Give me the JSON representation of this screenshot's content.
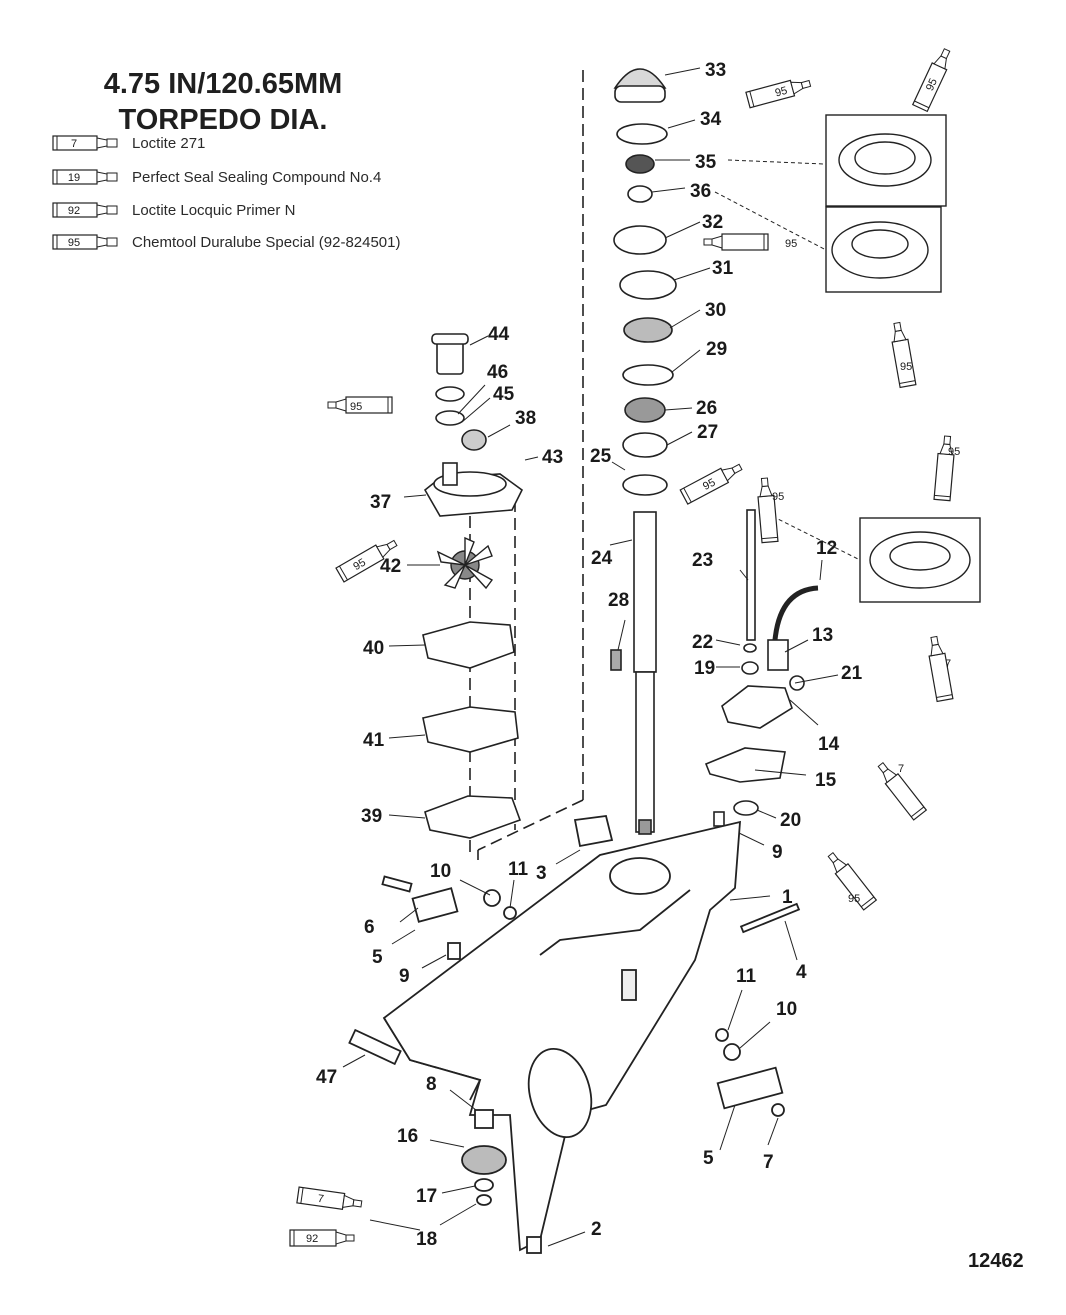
{
  "title": {
    "line1": "4.75 IN/120.65MM",
    "line2": "TORPEDO DIA."
  },
  "legend": [
    {
      "code": "7",
      "label": "Loctite 271"
    },
    {
      "code": "19",
      "label": "Perfect Seal Sealing Compound No.4"
    },
    {
      "code": "92",
      "label": "Loctite Locquic Primer N"
    },
    {
      "code": "95",
      "label": "Chemtool Duralube Special (92-824501)"
    }
  ],
  "parts": {
    "p1": "1",
    "p2": "2",
    "p3": "3",
    "p4": "4",
    "p5a": "5",
    "p5b": "5",
    "p6": "6",
    "p7": "7",
    "p8": "8",
    "p9a": "9",
    "p9b": "9",
    "p10a": "10",
    "p10b": "10",
    "p11a": "11",
    "p11b": "11",
    "p12": "12",
    "p13": "13",
    "p14": "14",
    "p15": "15",
    "p16": "16",
    "p17": "17",
    "p18": "18",
    "p19": "19",
    "p20": "20",
    "p21": "21",
    "p22": "22",
    "p23": "23",
    "p24": "24",
    "p25": "25",
    "p26": "26",
    "p27": "27",
    "p28": "28",
    "p29": "29",
    "p30": "30",
    "p31": "31",
    "p32": "32",
    "p33": "33",
    "p34": "34",
    "p35": "35",
    "p36": "36",
    "p37": "37",
    "p38": "38",
    "p39": "39",
    "p40": "40",
    "p41": "41",
    "p42": "42",
    "p43": "43",
    "p44": "44",
    "p45": "45",
    "p46": "46",
    "p47": "47"
  },
  "tubes": {
    "t34": "95",
    "tTopRight": "95",
    "t32": "95",
    "tVert36": "95",
    "t45": "95",
    "t37": "95",
    "t25": "95",
    "t23": "95",
    "tMidRight": "95",
    "tMidRight7": "7",
    "t14": "7",
    "t20": "95",
    "t18a": "7",
    "t18b": "92"
  },
  "figure_id": "12462"
}
